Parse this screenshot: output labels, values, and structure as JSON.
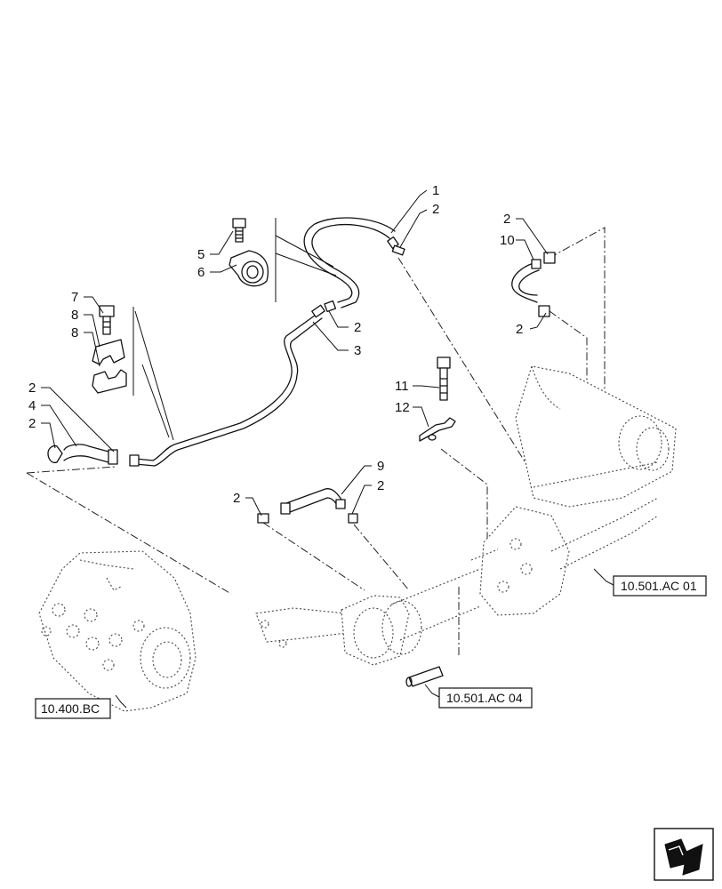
{
  "callouts": {
    "c1": "1",
    "c2a": "2",
    "c2b": "2",
    "c2c": "2",
    "c2d": "2",
    "c2e": "2",
    "c2f": "2",
    "c2g": "2",
    "c2h": "2",
    "c3": "3",
    "c4": "4",
    "c5": "5",
    "c6": "6",
    "c7": "7",
    "c8a": "8",
    "c8b": "8",
    "c9": "9",
    "c10": "10",
    "c11": "11",
    "c12": "12"
  },
  "references": {
    "ref_ac01": "10.501.AC 01",
    "ref_ac04": "10.501.AC 04",
    "ref_bc": "10.400.BC"
  }
}
